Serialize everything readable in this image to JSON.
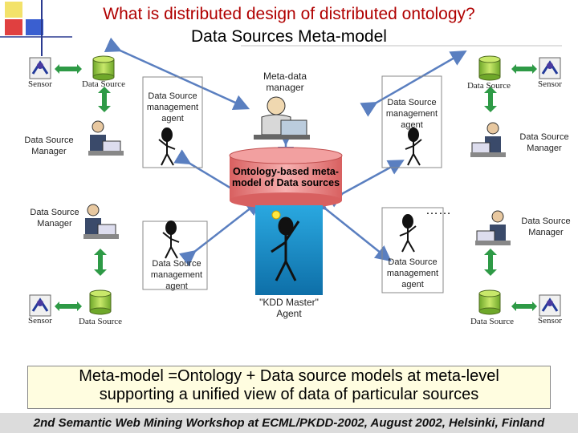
{
  "title_line1": "What is distributed design of distributed ontology?",
  "title_line2": "Data Sources Meta-model",
  "labels": {
    "sensor": "Sensor",
    "data_source": "Data Source",
    "ds_management_agent": "Data Source management agent",
    "ds_manager": "Data Source Manager",
    "metadata_manager": "Meta-data manager",
    "ontology": "Ontology-based meta-model of Data sources",
    "kdd_master": "\"KDD Master\" Agent",
    "dots": "……"
  },
  "bottom_text_line1": "Meta-model =Ontology + Data source models at meta-level",
  "bottom_text_line2": "supporting a unified view of data of particular sources",
  "footer": "2nd Semantic Web Mining Workshop at ECML/PKDD-2002, August 2002, Helsinki, Finland",
  "colors": {
    "title": "#b00000",
    "arrow": "#5a7fc0",
    "arrow_green": "#2e9a46",
    "cylinder": "#9acd32",
    "ontology": "#e88080",
    "kdd_panel": "#1a9ed0",
    "bottom_box": "#fffde0",
    "footer": "#dcdcdc"
  }
}
